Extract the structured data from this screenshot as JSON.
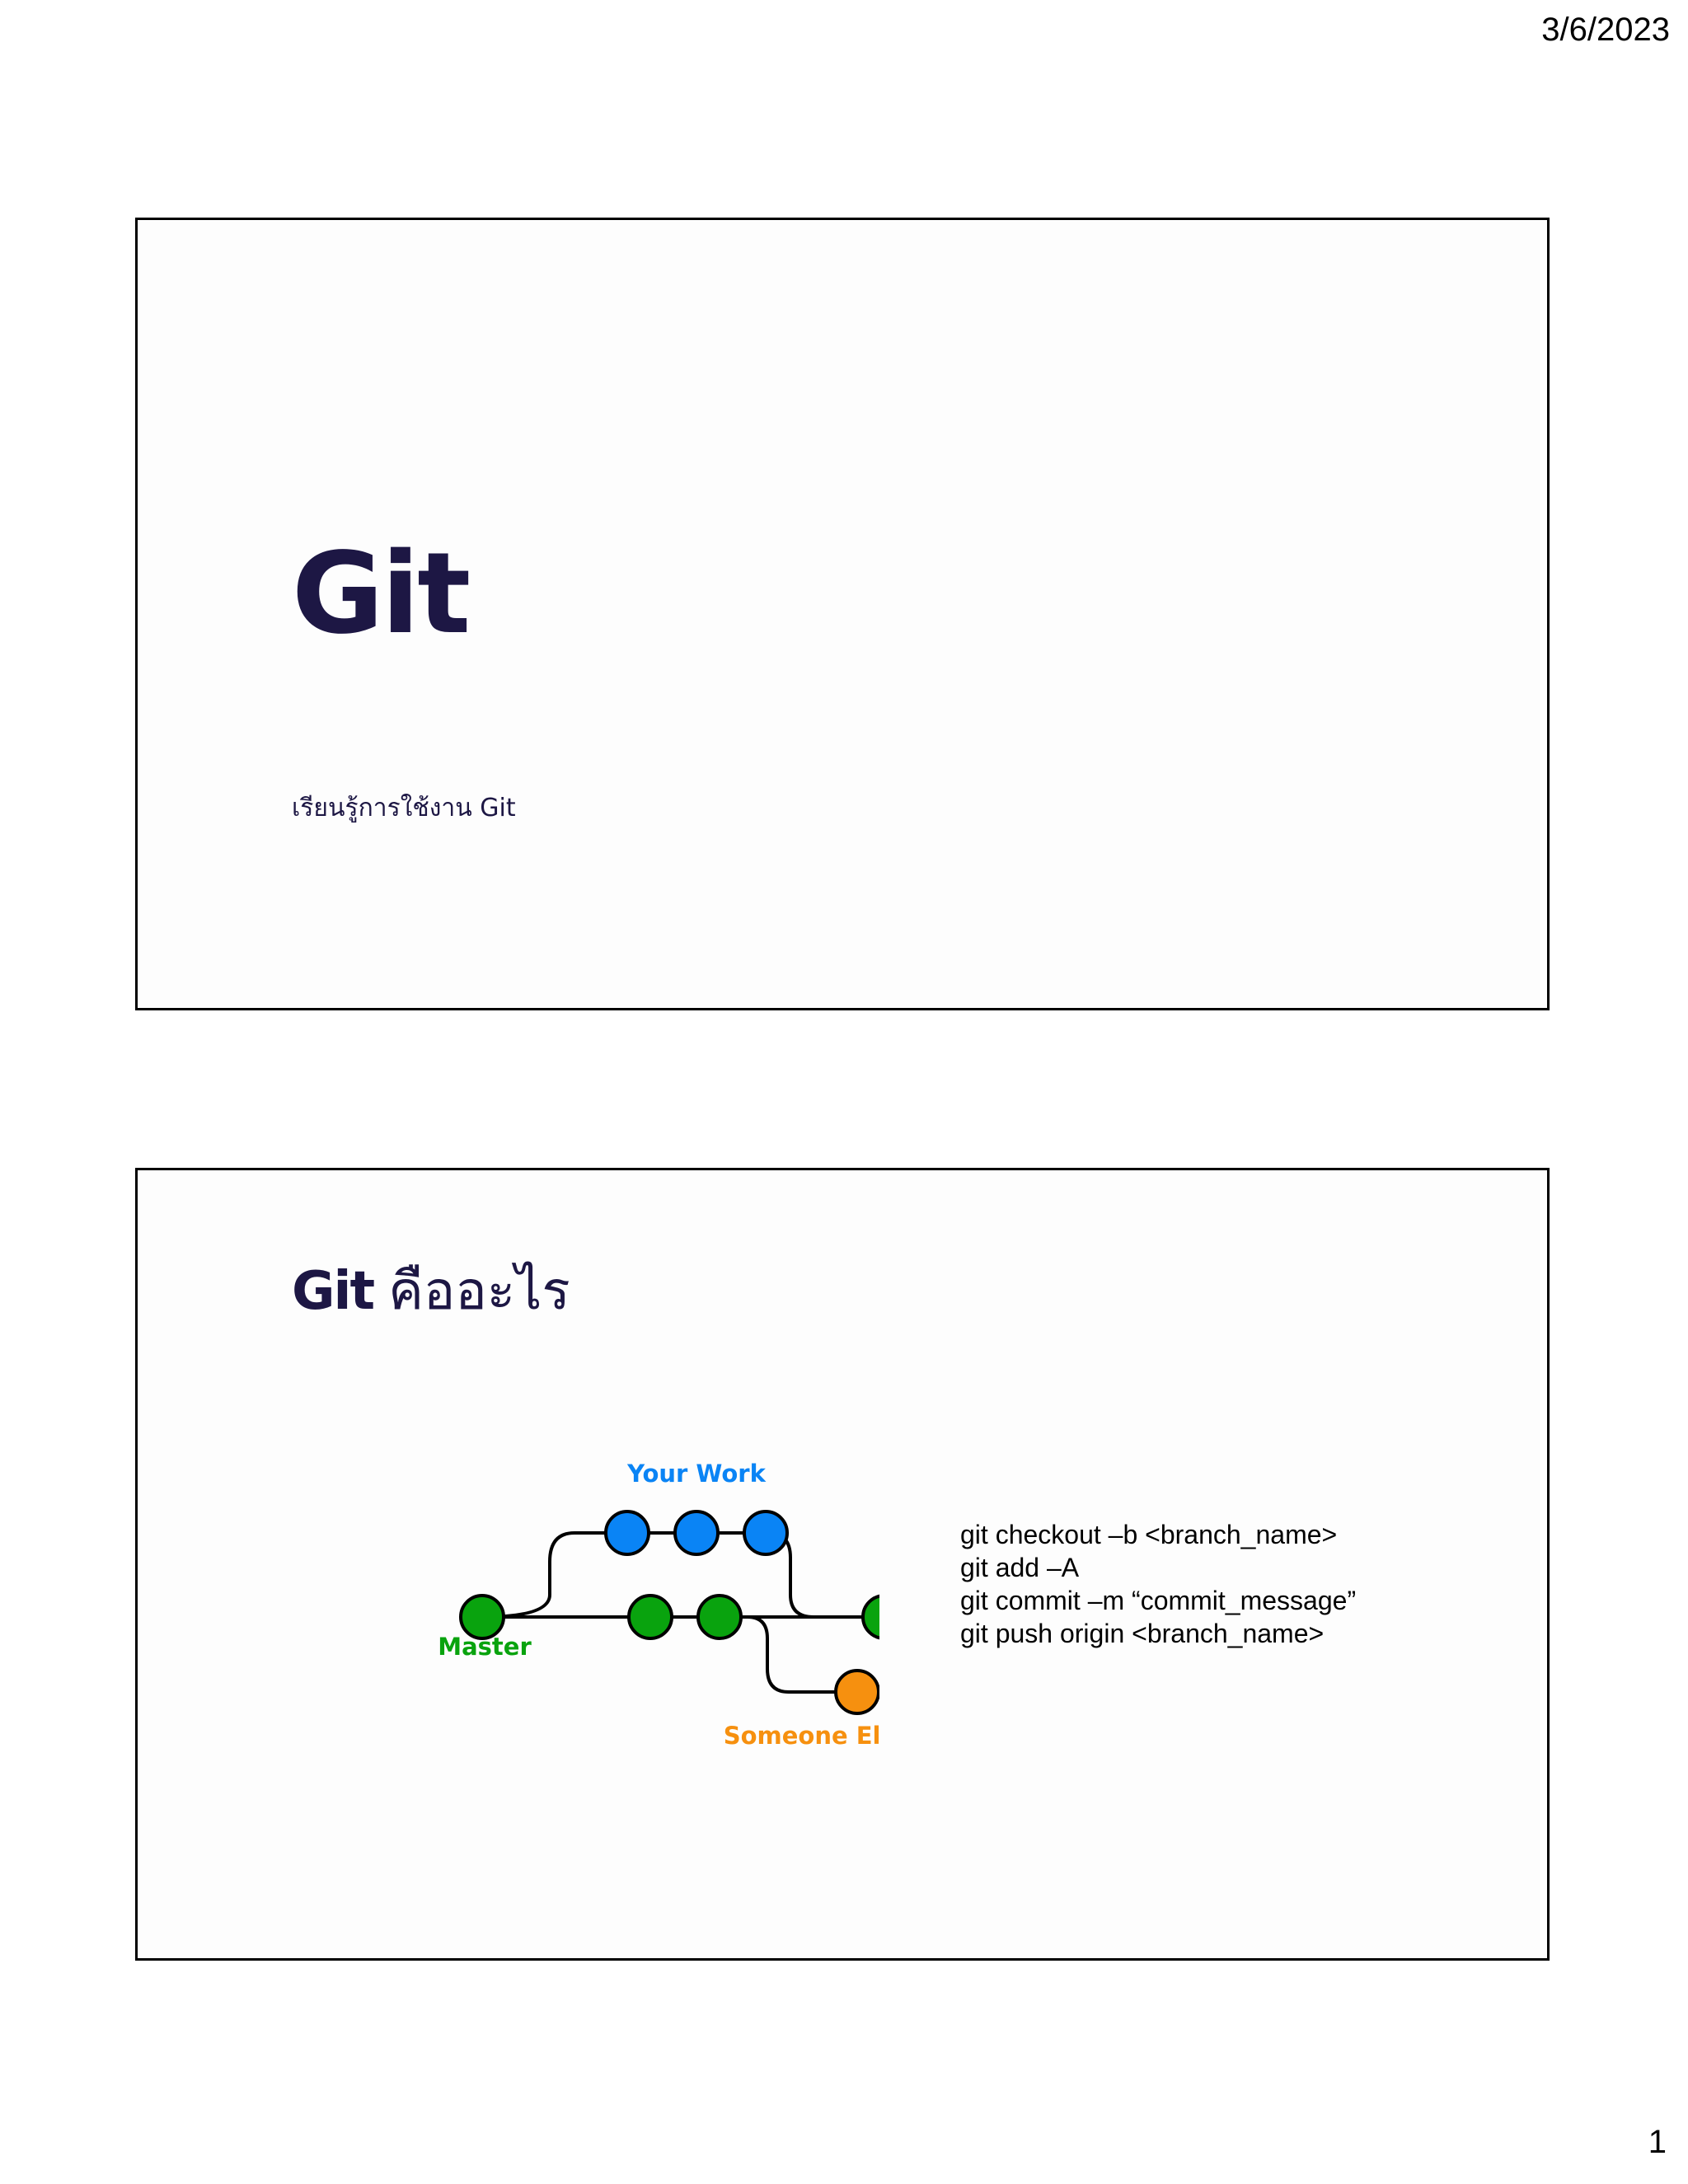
{
  "header": {
    "date": "3/6/2023"
  },
  "footer": {
    "page_number": "1"
  },
  "slide1": {
    "title": "Git",
    "subtitle": "เรียนรู้การใช้งาน Git"
  },
  "slide2": {
    "title_git": "Git",
    "title_thai": "คืออะไร",
    "diagram": {
      "labels": {
        "your_work": "Your Work",
        "master": "Master",
        "someone_else": "Someone Else’s Work"
      },
      "colors": {
        "your_work": "#0a84f5",
        "master": "#09a30e",
        "someone_else": "#f6900f",
        "line": "#000000"
      }
    },
    "commands": [
      "git checkout –b <branch_name>",
      "git add –A",
      "git commit –m “commit_message”",
      "git push origin <branch_name>"
    ]
  }
}
